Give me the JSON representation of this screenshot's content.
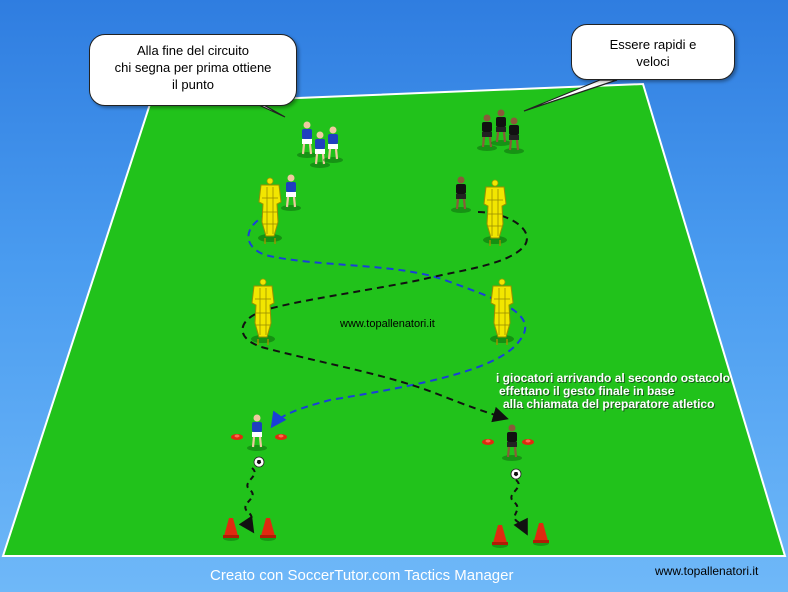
{
  "callouts": {
    "left": [
      "Alla fine del circuito",
      "chi segna per prima ottiene",
      "il punto"
    ],
    "right": [
      "Essere rapidi e",
      "veloci"
    ]
  },
  "field": {
    "watermark_center": "www.topallenatori.it",
    "instructions": [
      "i giocatori  arrivando  al secondo ostacolo",
      "effettano  il gesto finale in base",
      "alla chiamata del preparatore atletico"
    ]
  },
  "footer": {
    "credit": "Creato con SoccerTutor.com Tactics Manager",
    "watermark": "www.topallenatori.it"
  },
  "colors": {
    "pitch": "#21c21b",
    "blue_team": "#1f3fbf",
    "black_team": "#111111",
    "mannequin": "#f2e600",
    "cone": "#e02a10",
    "blue_path": "#1a3fd8",
    "black_path": "#111111"
  }
}
